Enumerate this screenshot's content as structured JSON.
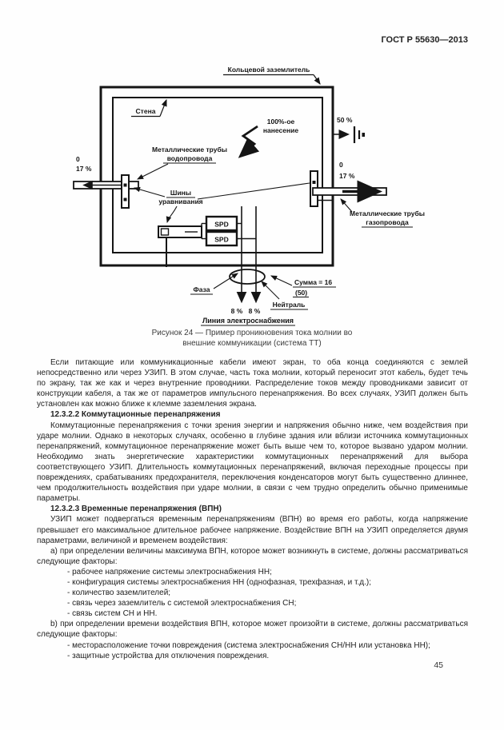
{
  "page": {
    "header": "ГОСТ Р 55630—2013",
    "page_number": "45",
    "ink_color": "#1a1a1a"
  },
  "figure": {
    "caption_line1": "Рисунок 24 — Пример проникновения тока молнии во",
    "caption_line2": "внешние коммуникации (система ТТ)",
    "labels": {
      "ring_earth": "Кольцевой заземлитель",
      "wall": "Стена",
      "strike_l1": "100%-ое",
      "strike_l2": "нанесение",
      "earth_share": "50 %",
      "left_zero": "0",
      "left_pct": "17 %",
      "water_l1": "Металлические трубы",
      "water_l2": "водопровода",
      "bus_l1": "Шины",
      "bus_l2": "уравнивания",
      "right_zero": "0",
      "right_pct": "17 %",
      "gas_l1": "Металлические трубы",
      "gas_l2": "газопровода",
      "spd_top": "SPD",
      "spd_bottom": "SPD",
      "phase": "Фаза",
      "neutral": "Нейтраль",
      "sum_l1": "Сумма = 16",
      "sum_l2": "(50)",
      "pct8_left": "8 %",
      "pct8_right": "8 %",
      "power_line": "Линия электроснабжения"
    }
  },
  "content": {
    "p1": "Если питающие или коммуникационные кабели имеют экран, то оба конца соединяются с землей непосредственно или через УЗИП. В этом случае, часть тока молнии, который переносит этот кабель, будет течь по экрану, так же как и через внутренние проводники. Распределение токов между проводниками зависит от конструкции кабеля, а так же от параметров импульсного перенапряжения. Во всех случаях, УЗИП должен быть установлен как можно ближе к клемме заземления экрана.",
    "h1": "12.3.2.2 Коммутационные перенапряжения",
    "p2": "Коммутационные перенапряжения с точки зрения энергии и напряжения обычно ниже, чем воздействия при ударе молнии. Однако в некоторых случаях, особенно в глубине здания или вблизи источника коммутационных перенапряжений, коммутационное перенапряжение может быть выше чем то, которое вызвано ударом молнии. Необходимо знать энергетические характеристики коммутационных перенапряжений для выбора соответствующего УЗИП. Длительность коммутационных перенапряжений, включая переходные процессы при повреждениях, срабатываниях предохранителя, переключения конденсаторов могут быть существенно длиннее, чем продолжительность воздействия при ударе молнии, в связи с чем трудно определить обычно применимые параметры.",
    "h2": "12.3.2.3 Временные перенапряжения (ВПН)",
    "p3": "УЗИП может подвергаться временным перенапряжениям (ВПН) во время его работы, когда напряжение превышает его максимальное длительное рабочее напряжение. Воздействие ВПН на УЗИП определяется двумя параметрами, величиной и временем воздействия:",
    "p4": "а) при определении величины максимума ВПН, которое может возникнуть в системе, должны рассматриваться следующие факторы:",
    "list_a": [
      "- рабочее напряжение системы электроснабжения НН;",
      "- конфигурация системы электроснабжения НН (однофазная, трехфазная, и т.д.);",
      "- количество заземлителей;",
      "- связь через заземлитель с системой электроснабжения СН;",
      "- связь систем СН и НН."
    ],
    "p5": "b) при определении времени воздействия ВПН, которое может произойти в системе, должны рассматриваться следующие факторы:",
    "list_b": [
      "- месторасположение точки повреждения (система электроснабжения СН/НН или установка НН);",
      "- защитные устройства для отключения повреждения."
    ]
  }
}
